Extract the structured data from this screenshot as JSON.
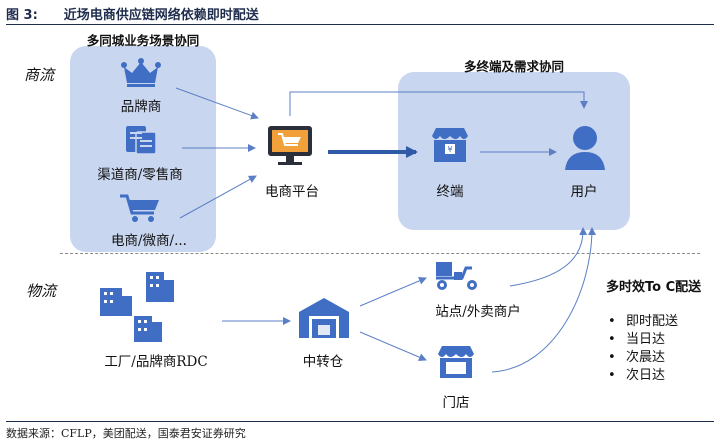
{
  "title": {
    "figure_no": "图 3:",
    "text": "近场电商供应链网络依赖即时配送"
  },
  "sections": {
    "commerce_flow": "商流",
    "logistics_flow": "物流"
  },
  "left_panel": {
    "heading": "多同城业务场景协同"
  },
  "right_panel": {
    "heading": "多终端及需求协同"
  },
  "nodes": {
    "brand": "品牌商",
    "channel": "渠道商/零售商",
    "ecom_merchant": "电商/微商/...",
    "platform": "电商平台",
    "terminal": "终端",
    "user": "用户",
    "factory": "工厂/品牌商RDC",
    "transfer_warehouse": "中转仓",
    "station": "站点/外卖商户",
    "store": "门店"
  },
  "delivery": {
    "heading": "多时效To C配送",
    "items": [
      "即时配送",
      "当日达",
      "次晨达",
      "次日达"
    ]
  },
  "source": "数据来源：CFLP，美团配送，国泰君安证券研究",
  "colors": {
    "accent": "#2e5aa8",
    "panel": "#c9d6ef",
    "icon_blue": "#3f6ec4",
    "dark_navy": "#1f2d4d"
  }
}
